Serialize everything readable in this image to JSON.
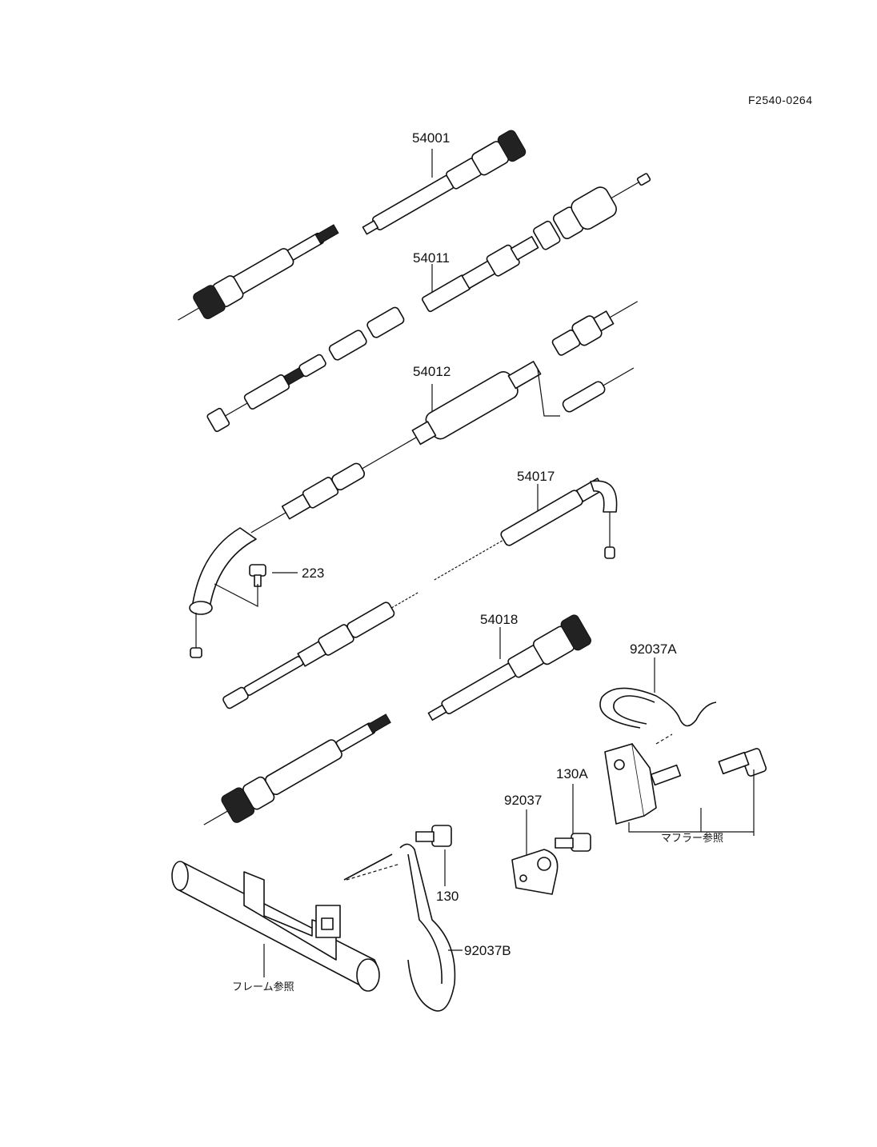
{
  "drawing_code": "F2540-0264",
  "parts": {
    "p54001": "54001",
    "p54011": "54011",
    "p54012": "54012",
    "p54017": "54017",
    "p223": "223",
    "p54018": "54018",
    "p92037A": "92037A",
    "p130A": "130A",
    "p92037": "92037",
    "p130": "130",
    "p92037B": "92037B"
  },
  "notes": {
    "muffler_ref": "マフラー参照",
    "frame_ref": "フレーム参照"
  }
}
